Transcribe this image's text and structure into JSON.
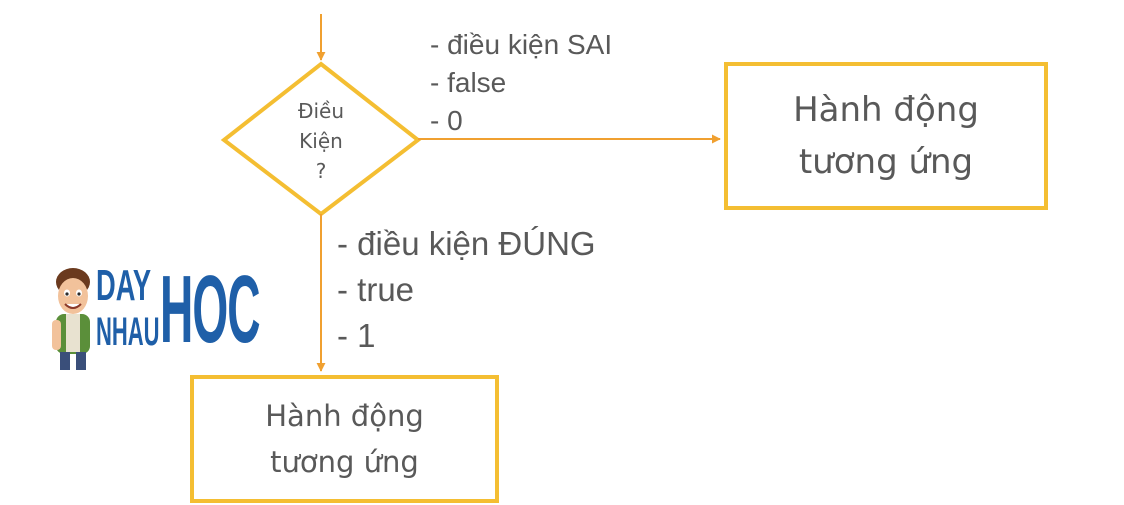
{
  "decision": {
    "lines": [
      "Điều",
      "Kiện",
      "?"
    ]
  },
  "false_branch": {
    "lines": [
      "- điều kiện SAI",
      "- false",
      "- 0"
    ]
  },
  "true_branch": {
    "lines": [
      "- điều kiện ĐÚNG",
      "- true",
      "- 1"
    ]
  },
  "action_right": {
    "lines": [
      "Hành động",
      "tương ứng"
    ]
  },
  "action_bottom": {
    "lines": [
      "Hành động",
      "tương ứng"
    ]
  },
  "logo": {
    "word_top": "DAY",
    "word_bottom": "NHAU",
    "word_big": "HOC"
  },
  "colors": {
    "shape_outline": "#F4BE32",
    "arrow": "#F0A030",
    "text": "#595959",
    "logo_blue": "#1F5FA8"
  }
}
